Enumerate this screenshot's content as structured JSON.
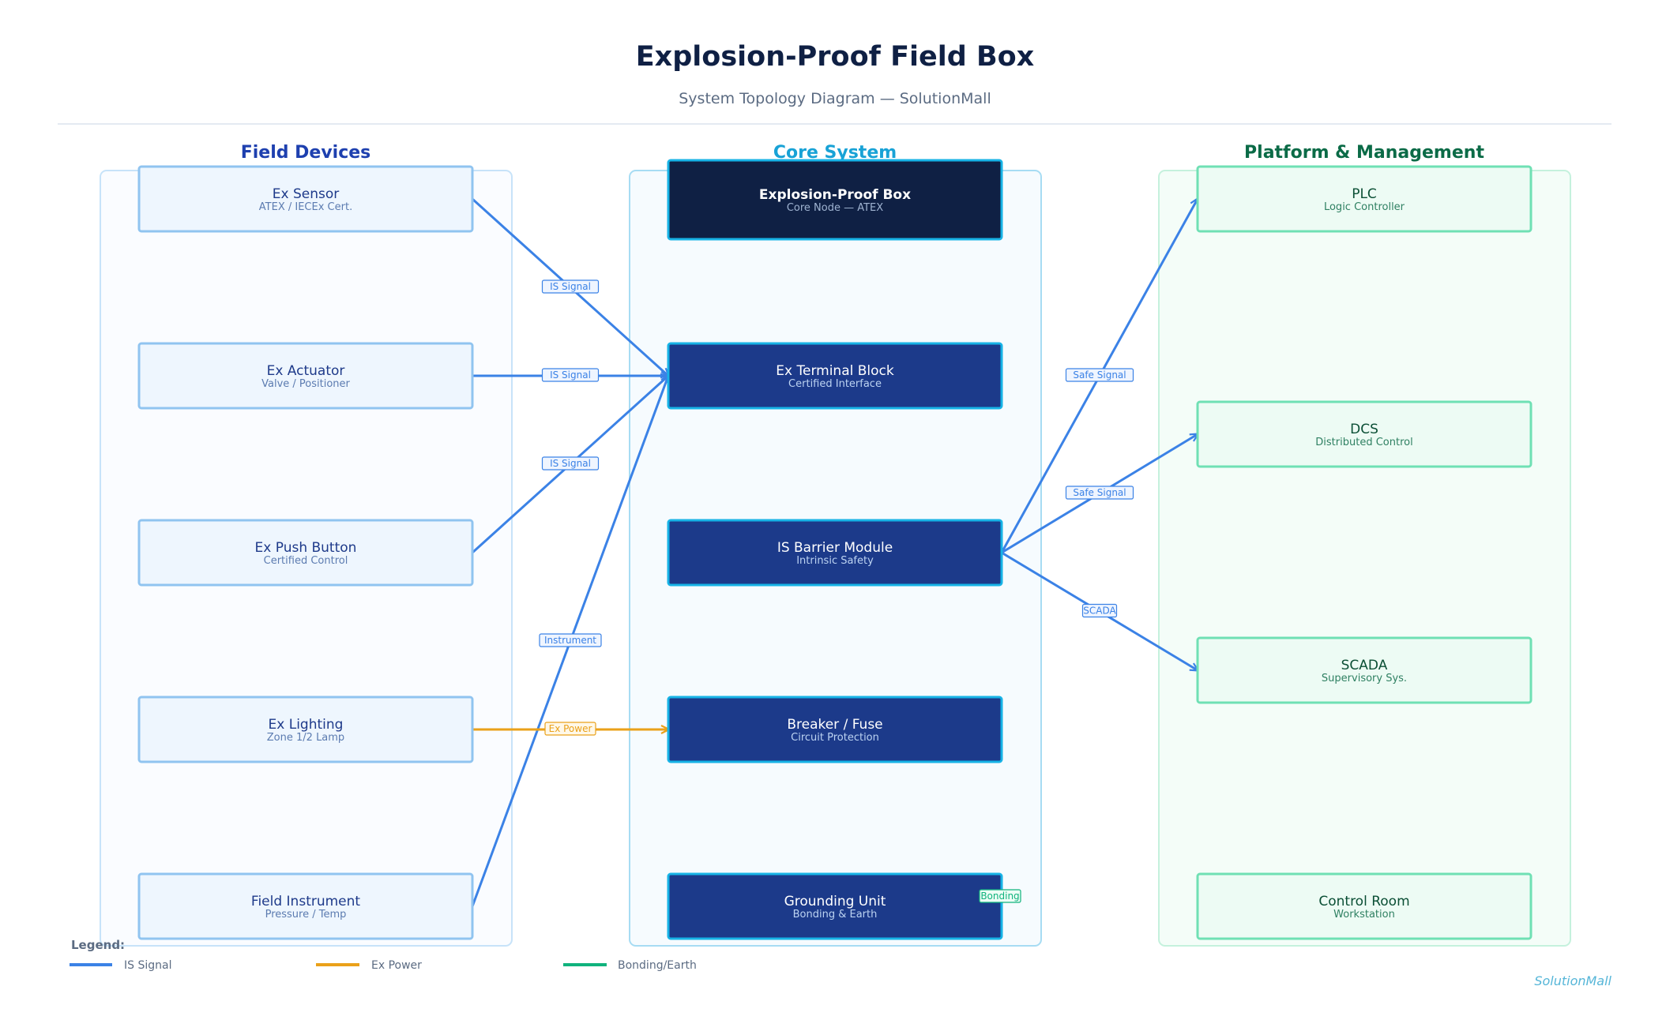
{
  "title": "Explosion-Proof Field Box",
  "subtitle": "System Topology Diagram — SolutionMall",
  "colors": {
    "is_signal": "#3b82e6",
    "ex_power": "#eaa11a",
    "bonding": "#10b37d",
    "field_border": "#90c4f0",
    "field_fill": "#eef6fe",
    "core_dark": "#0f2044",
    "core_fill": "#1c3a8a",
    "core_border": "#17b3e6",
    "platform_border": "#6fe0b4",
    "platform_fill": "#edfbf4"
  },
  "columns": [
    {
      "id": "field",
      "title": "Field Devices",
      "color": "#1e40af"
    },
    {
      "id": "core",
      "title": "Core System",
      "color": "#18a2d6"
    },
    {
      "id": "platform",
      "title": "Platform & Management",
      "color": "#0b6b47"
    }
  ],
  "nodes": [
    {
      "id": "ex-sensor",
      "column": "field",
      "title": "Ex Sensor",
      "subtitle": "ATEX / IECEx Cert."
    },
    {
      "id": "ex-actuator",
      "column": "field",
      "title": "Ex Actuator",
      "subtitle": "Valve / Positioner"
    },
    {
      "id": "ex-push-button",
      "column": "field",
      "title": "Ex Push Button",
      "subtitle": "Certified Control"
    },
    {
      "id": "ex-lighting",
      "column": "field",
      "title": "Ex Lighting",
      "subtitle": "Zone 1/2 Lamp"
    },
    {
      "id": "field-instrument",
      "column": "field",
      "title": "Field Instrument",
      "subtitle": "Pressure / Temp"
    },
    {
      "id": "explosion-proof-box",
      "column": "core",
      "title": "Explosion-Proof Box",
      "subtitle": "Core Node — ATEX",
      "variant": "dark"
    },
    {
      "id": "ex-terminal-block",
      "column": "core",
      "title": "Ex Terminal Block",
      "subtitle": "Certified Interface"
    },
    {
      "id": "is-barrier-module",
      "column": "core",
      "title": "IS Barrier Module",
      "subtitle": "Intrinsic Safety"
    },
    {
      "id": "breaker-fuse",
      "column": "core",
      "title": "Breaker / Fuse",
      "subtitle": "Circuit Protection"
    },
    {
      "id": "grounding-unit",
      "column": "core",
      "title": "Grounding Unit",
      "subtitle": "Bonding & Earth"
    },
    {
      "id": "plc",
      "column": "platform",
      "title": "PLC",
      "subtitle": "Logic Controller"
    },
    {
      "id": "dcs",
      "column": "platform",
      "title": "DCS",
      "subtitle": "Distributed Control"
    },
    {
      "id": "scada",
      "column": "platform",
      "title": "SCADA",
      "subtitle": "Supervisory Sys."
    },
    {
      "id": "control-room",
      "column": "platform",
      "title": "Control Room",
      "subtitle": "Workstation"
    }
  ],
  "edges": [
    {
      "from": "ex-sensor",
      "to": "ex-terminal-block",
      "label": "IS Signal",
      "type": "is_signal"
    },
    {
      "from": "ex-actuator",
      "to": "ex-terminal-block",
      "label": "IS Signal",
      "type": "is_signal"
    },
    {
      "from": "ex-push-button",
      "to": "ex-terminal-block",
      "label": "IS Signal",
      "type": "is_signal"
    },
    {
      "from": "field-instrument",
      "to": "ex-terminal-block",
      "label": "Instrument",
      "type": "is_signal"
    },
    {
      "from": "ex-lighting",
      "to": "breaker-fuse",
      "label": "Ex Power",
      "type": "ex_power"
    },
    {
      "from": "is-barrier-module",
      "to": "plc",
      "label": "Safe Signal",
      "type": "is_signal"
    },
    {
      "from": "is-barrier-module",
      "to": "dcs",
      "label": "Safe Signal",
      "type": "is_signal"
    },
    {
      "from": "is-barrier-module",
      "to": "scada",
      "label": "SCADA",
      "type": "is_signal"
    }
  ],
  "bonding_tag": "Bonding",
  "legend": {
    "title": "Legend:",
    "items": [
      {
        "label": "IS Signal",
        "type": "is_signal"
      },
      {
        "label": "Ex Power",
        "type": "ex_power"
      },
      {
        "label": "Bonding/Earth",
        "type": "bonding"
      }
    ]
  },
  "brand": "SolutionMall"
}
